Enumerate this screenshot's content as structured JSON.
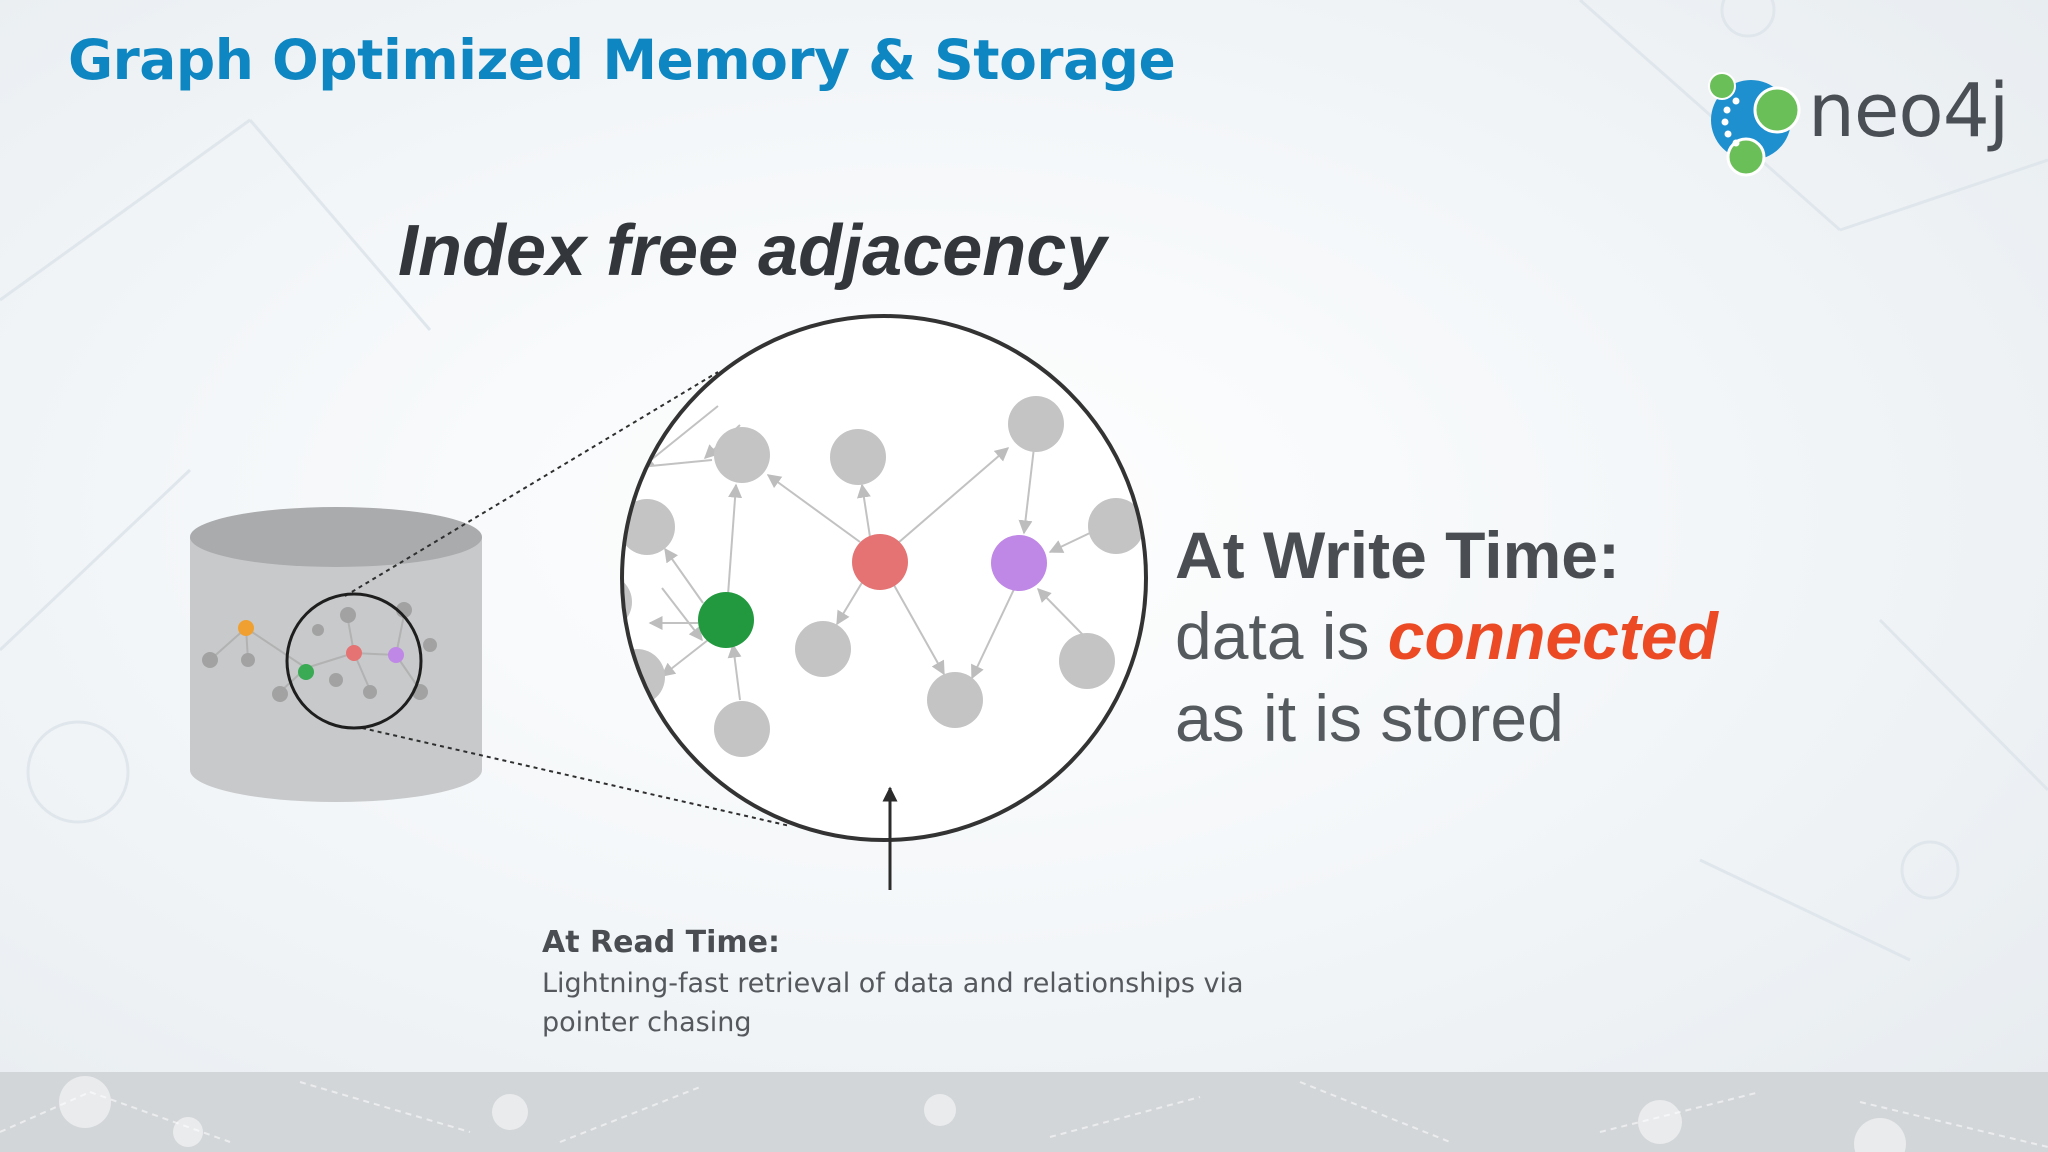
{
  "slide": {
    "title": "Graph Optimized Memory & Storage",
    "subtitle": "Index free adjacency",
    "logo": {
      "text": "neo4j",
      "icon": "neo4j-logo-icon"
    },
    "write_time": {
      "heading": "At Write Time:",
      "line1_prefix": "data is ",
      "line1_emphasis": "connected",
      "line2": "as it is stored"
    },
    "read_time": {
      "heading": "At Read Time:",
      "body": "Lightning-fast retrieval of data and relationships via pointer chasing"
    }
  },
  "colors": {
    "title": "#0e86c2",
    "emphasis": "#ec4a25",
    "node_gray": "#c4c4c4",
    "node_red": "#e57373",
    "node_purple": "#bf87e6",
    "node_green": "#22993f",
    "node_orange": "#f0a030",
    "logo_blue": "#1e8fcf",
    "logo_green": "#6bbf59"
  }
}
